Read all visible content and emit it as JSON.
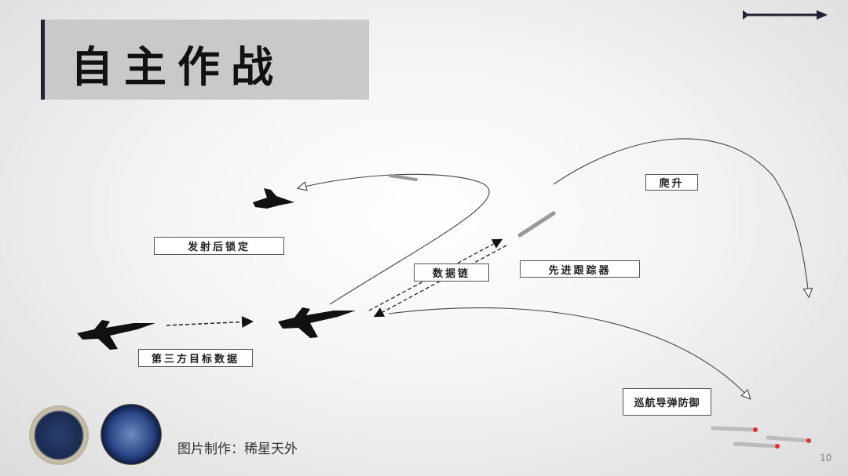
{
  "title": "自主作战",
  "labels": {
    "fire_and_forget": "发射后锁定",
    "datalink": "数据链",
    "advanced_seeker": "先进跟踪器",
    "climb": "爬升",
    "third_party_target_data": "第三方目标数据",
    "cruise_missile_defense": "巡航导弹防御"
  },
  "credit": "图片制作：稀星天外",
  "page_number": "10",
  "colors": {
    "title_bg": "#c9c9c9",
    "title_bar": "#1f2233",
    "text": "#111111"
  }
}
